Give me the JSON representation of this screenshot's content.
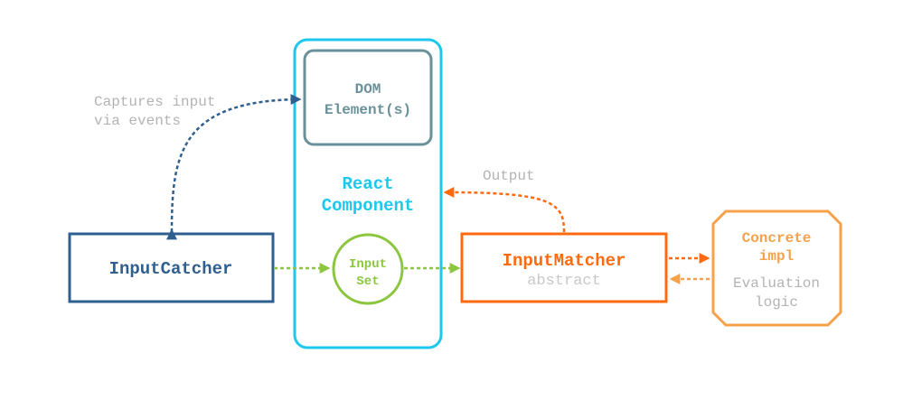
{
  "colors": {
    "react": "#1CC8EE",
    "dom": "#6A9199",
    "catcher": "#2F5F8F",
    "inputset": "#8CC63F",
    "matcher": "#FF6A10",
    "concrete": "#F7A14A",
    "gray": "#B3B3B3"
  },
  "labels": {
    "captures_line1": "Captures input",
    "captures_line2": "via events",
    "dom_line1": "DOM",
    "dom_line2": "Element(s)",
    "react_line1": "React",
    "react_line2": "Component",
    "output": "Output",
    "input_catcher": "InputCatcher",
    "input_set_line1": "Input",
    "input_set_line2": "Set",
    "input_matcher": "InputMatcher",
    "abstract": "abstract",
    "concrete_line1": "Concrete",
    "concrete_line2": "impl",
    "evaluation_line1": "Evaluation",
    "evaluation_line2": "logic"
  }
}
